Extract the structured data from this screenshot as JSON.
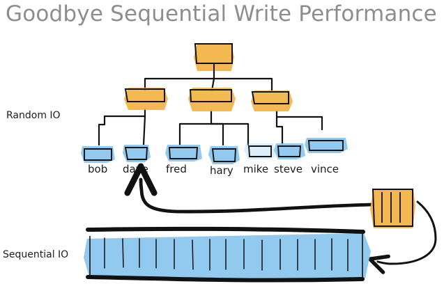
{
  "title": "Goodbye Sequential Write Performance",
  "labels": {
    "random_io": "Random IO",
    "sequential_io": "Sequential IO"
  },
  "leaf_names": [
    "bob",
    "dave",
    "fred",
    "hary",
    "mike",
    "steve",
    "vince"
  ],
  "colors": {
    "title_text": "#8d8d8d",
    "node_orange": "#f2b446",
    "leaf_blue": "#8bc6ee",
    "sequential_blue": "#8bc6ee",
    "outline": "#111111"
  }
}
